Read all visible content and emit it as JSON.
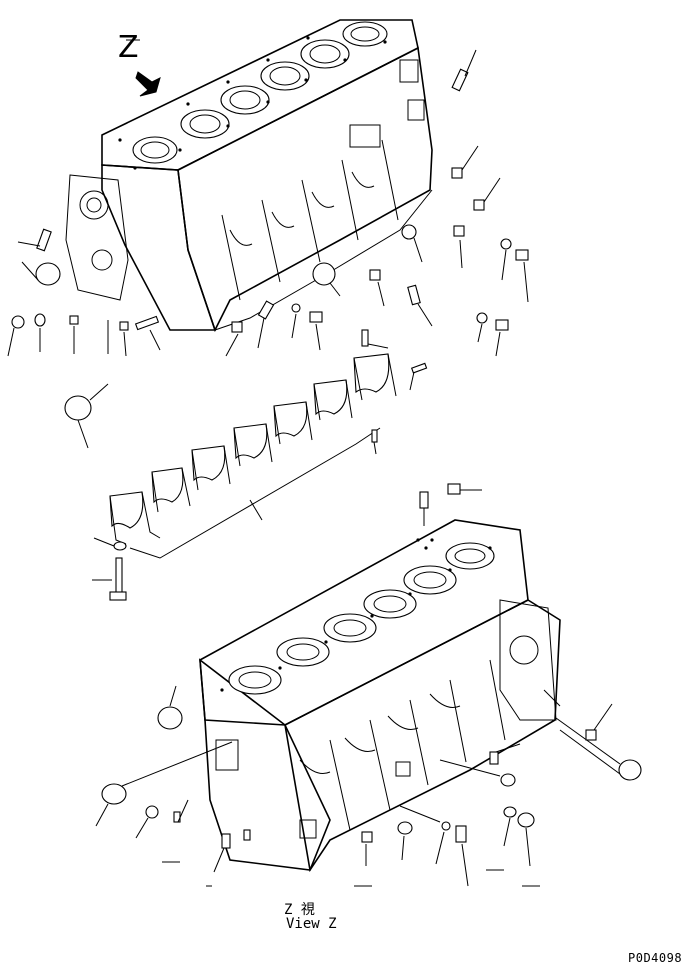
{
  "diagram": {
    "view_letter": "Z",
    "view_caption_jp": "Z  視",
    "view_caption_en": "View Z",
    "drawing_code": "P0D4098"
  }
}
